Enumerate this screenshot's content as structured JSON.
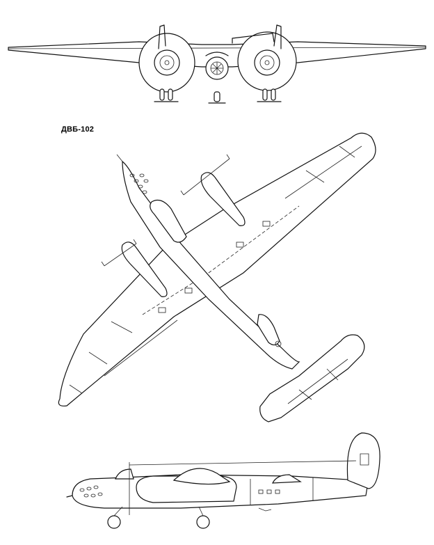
{
  "drawing": {
    "caption": "ДВБ-102",
    "views": [
      "front-view",
      "plan-view",
      "side-view"
    ],
    "line_color": "#111111",
    "background": "#ffffff"
  }
}
